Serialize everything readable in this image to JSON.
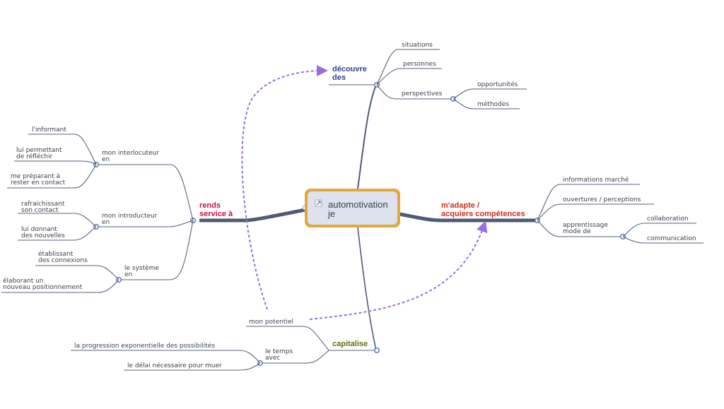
{
  "center": {
    "label_line1": "automotivation",
    "label_line2": "je",
    "icon": "link-icon"
  },
  "colors": {
    "decouvre": "#2f3f8f",
    "rends": "#c0134a",
    "madapte": "#cc2d1a",
    "capitalise": "#6b6b10",
    "center_border": "#e2a73d",
    "center_fill": "#dde2ec",
    "arrow": "#9a6ee0"
  },
  "branches": {
    "decouvre": {
      "label_line1": "découvre",
      "label_line2": "des",
      "children": {
        "situations": "situations",
        "personnes": "personnes",
        "perspectives": "perspectives",
        "opportunites": "opportunités",
        "methodes": "méthodes"
      }
    },
    "rends": {
      "label_line1": "rends",
      "label_line2": "service à",
      "interlocuteur": {
        "line1": "mon interlocuteur",
        "line2": "en",
        "c1": "l'informant",
        "c2_line1": "lui permettant",
        "c2_line2": "de réfléchir",
        "c3_line1": "me préparant à",
        "c3_line2": "rester en contact"
      },
      "introducteur": {
        "line1": "mon introducteur",
        "line2": "en",
        "c1_line1": "rafraichissant",
        "c1_line2": "son contact",
        "c2_line1": "lui  donnant",
        "c2_line2": "des nouvelles"
      },
      "systeme": {
        "line1": "le système",
        "line2": "en",
        "c1_line1": "établissant",
        "c1_line2": "des connexions",
        "c2_line1": "élaborant un",
        "c2_line2": "nouveau positionnement"
      }
    },
    "madapte": {
      "label_line1": "m'adapte /",
      "label_line2": "acquiers compétences",
      "c1": "informations marché",
      "c2": "ouvertures / perceptions",
      "apprentissage_line1": "apprentissage",
      "apprentissage_line2": "mode de",
      "collaboration": "collaboration",
      "communication": "communication"
    },
    "capitalise": {
      "label": "capitalise",
      "potentiel": "mon potentiel",
      "temps_line1": "le temps",
      "temps_line2": "avec",
      "progression": "la progression exponentielle des possibilités",
      "delai": "le délai nécessaire pour muer"
    }
  }
}
